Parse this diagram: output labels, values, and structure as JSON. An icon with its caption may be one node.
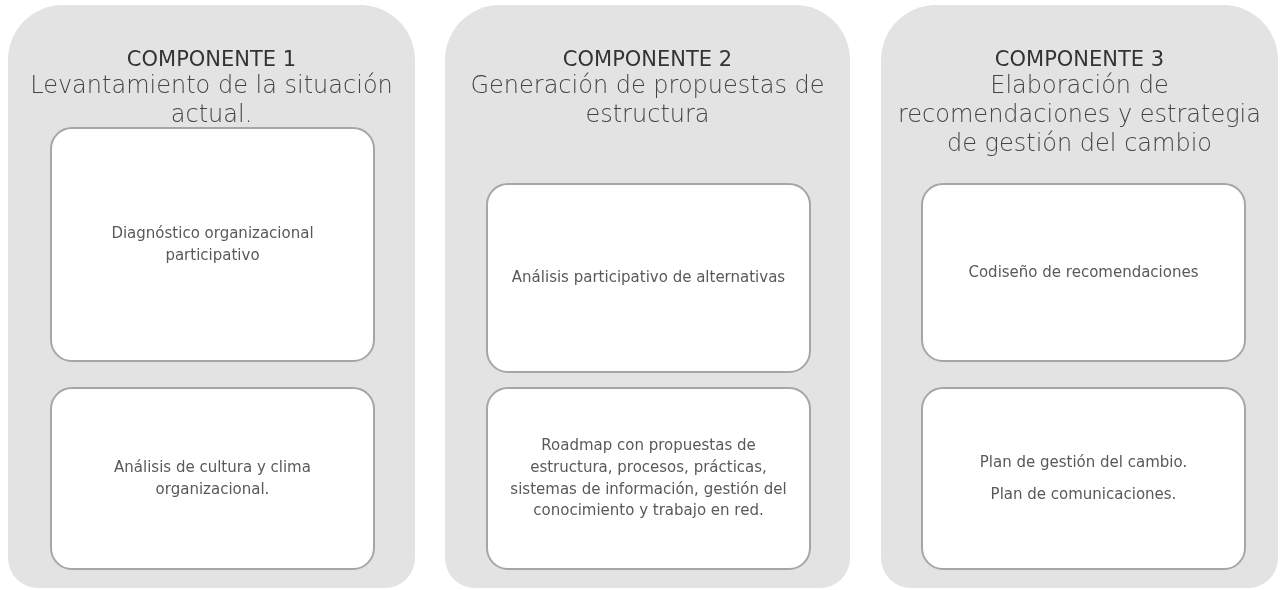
{
  "diagram": {
    "nodes": [
      {
        "text": [
          "COMPONENTE 1",
          "Levantamiento de la situación actual."
        ]
      },
      {
        "text": [
          "Diagnóstico organizacional participativo"
        ],
        "in": 0
      },
      {
        "text": [
          "Análisis de cultura y clima organizacional."
        ],
        "in": 0
      },
      {
        "text": [
          "COMPONENTE 2",
          "Generación de propuestas de estructura"
        ]
      },
      {
        "text": [
          "Análisis participativo de alternativas"
        ],
        "in": 3
      },
      {
        "text": [
          "Roadmap con propuestas de estructura, procesos, prácticas, sistemas de información, gestión del conocimiento y trabajo en red."
        ],
        "in": 3
      },
      {
        "text": [
          "COMPONENTE 3",
          "Elaboración de recomendaciones y estrategia de gestión del cambio"
        ]
      },
      {
        "text": [
          "Codiseño de recomendaciones"
        ],
        "in": 6
      },
      {
        "text": [
          "Plan de gestión del cambio.",
          "Plan de comunicaciones."
        ],
        "in": 6
      }
    ]
  }
}
